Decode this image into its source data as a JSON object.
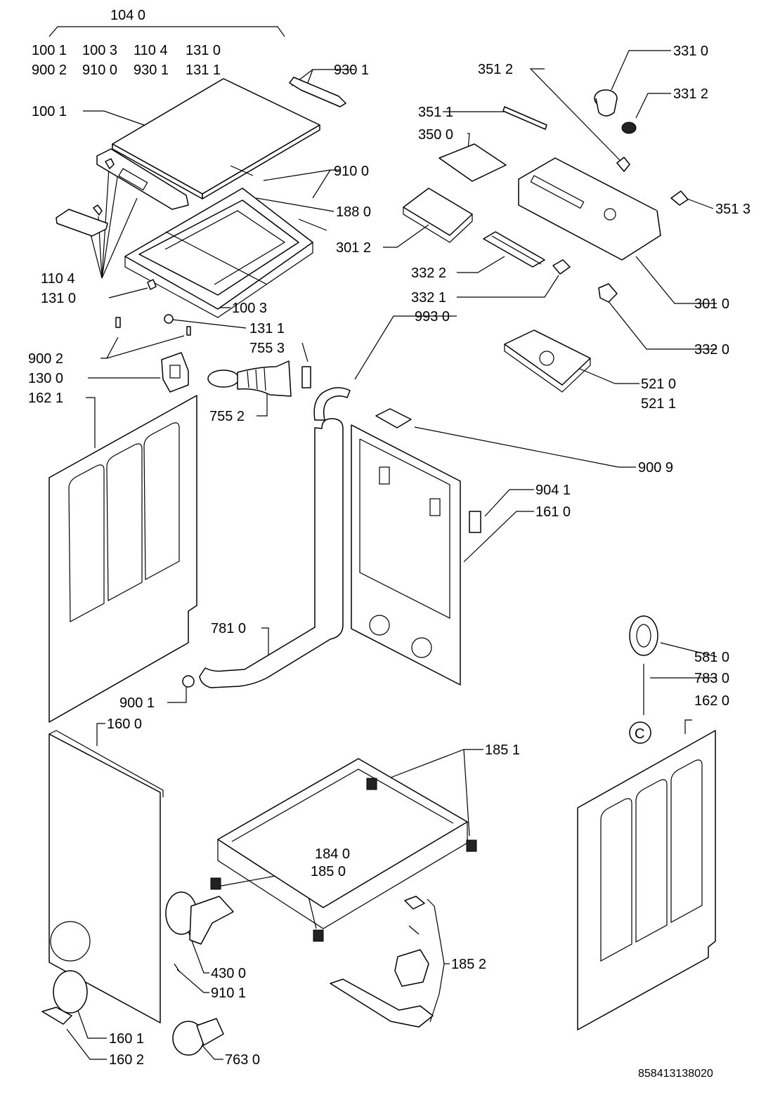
{
  "document_number": "858413138020",
  "labels": {
    "l1040": "104 0",
    "l1001a": "100 1",
    "l1003a": "100 3",
    "l1104a": "110 4",
    "l1310a": "131 0",
    "l9002a": "900 2",
    "l9100a": "910 0",
    "l9301a": "930 1",
    "l1311a": "131 1",
    "l9301": "930 1",
    "l1001": "100 1",
    "l9100": "910 0",
    "l1880": "188 0",
    "l1104": "110 4",
    "l1310": "131 0",
    "l1003": "100 3",
    "l1311": "131 1",
    "l7553": "755 3",
    "l9002": "900 2",
    "l1300": "130 0",
    "l1621": "162 1",
    "l7552": "755 2",
    "l3310": "331 0",
    "l3512": "351 2",
    "l3312": "331 2",
    "l3511": "351 1",
    "l3500": "350 0",
    "l3513": "351 3",
    "l3012": "301 2",
    "l3322": "332 2",
    "l3321": "332 1",
    "l3010": "301 0",
    "l9930": "993 0",
    "l3320": "332 0",
    "l5210": "521 0",
    "l5211": "521 1",
    "l9009": "900 9",
    "l9041": "904 1",
    "l1610": "161 0",
    "l7810": "781 0",
    "l9001": "900 1",
    "l1600": "160 0",
    "l5810": "581 0",
    "l7830": "783 0",
    "l1620": "162 0",
    "lC": "C",
    "l1851": "185 1",
    "l1840": "184 0",
    "l1850": "185 0",
    "l1852": "185 2",
    "l4300": "430 0",
    "l9101": "910 1",
    "l1601": "160 1",
    "l1602": "160 2",
    "l7630": "763 0"
  }
}
